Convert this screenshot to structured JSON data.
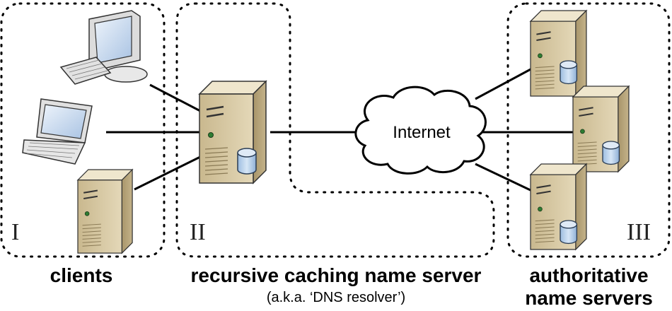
{
  "zones": {
    "clients_roman": "I",
    "resolver_roman": "II",
    "authoritative_roman": "III"
  },
  "labels": {
    "clients": "clients",
    "resolver": "recursive caching name server",
    "resolver_aka": "(a.k.a. ‘DNS resolver’)",
    "authoritative_line1": "authoritative",
    "authoritative_line2": "name servers"
  },
  "cloud": {
    "label": "Internet"
  },
  "colors": {
    "server_front": "#d8c9a4",
    "server_side": "#b9a77c",
    "server_top": "#ebe2c8",
    "disk": "#b8d0ea",
    "line": "#000000"
  },
  "icons": [
    "desktop-icon",
    "laptop-icon",
    "server-icon",
    "database-icon",
    "cloud-icon"
  ]
}
